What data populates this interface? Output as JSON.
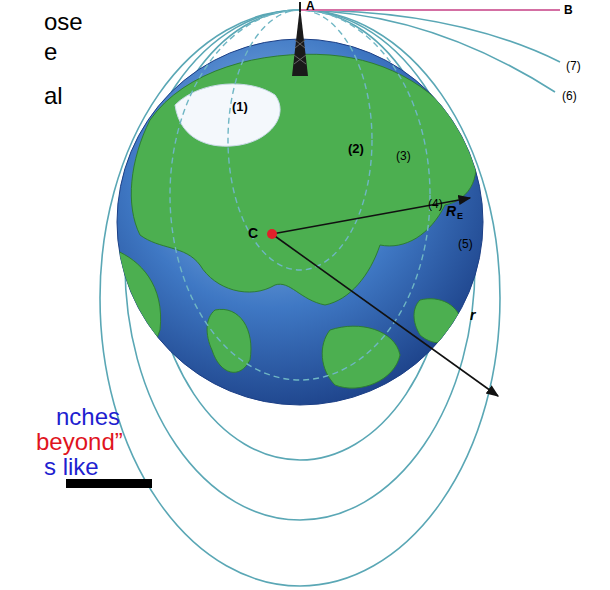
{
  "diagram": {
    "labels": [
      "ose",
      "e",
      "al",
      "nches",
      "beyond”",
      "s like",
      "A",
      "B",
      "(7)",
      "(6)",
      "(1)",
      "(2)",
      "(3)",
      "(4)",
      "(5)",
      "R",
      "E",
      "C",
      "r"
    ]
  }
}
